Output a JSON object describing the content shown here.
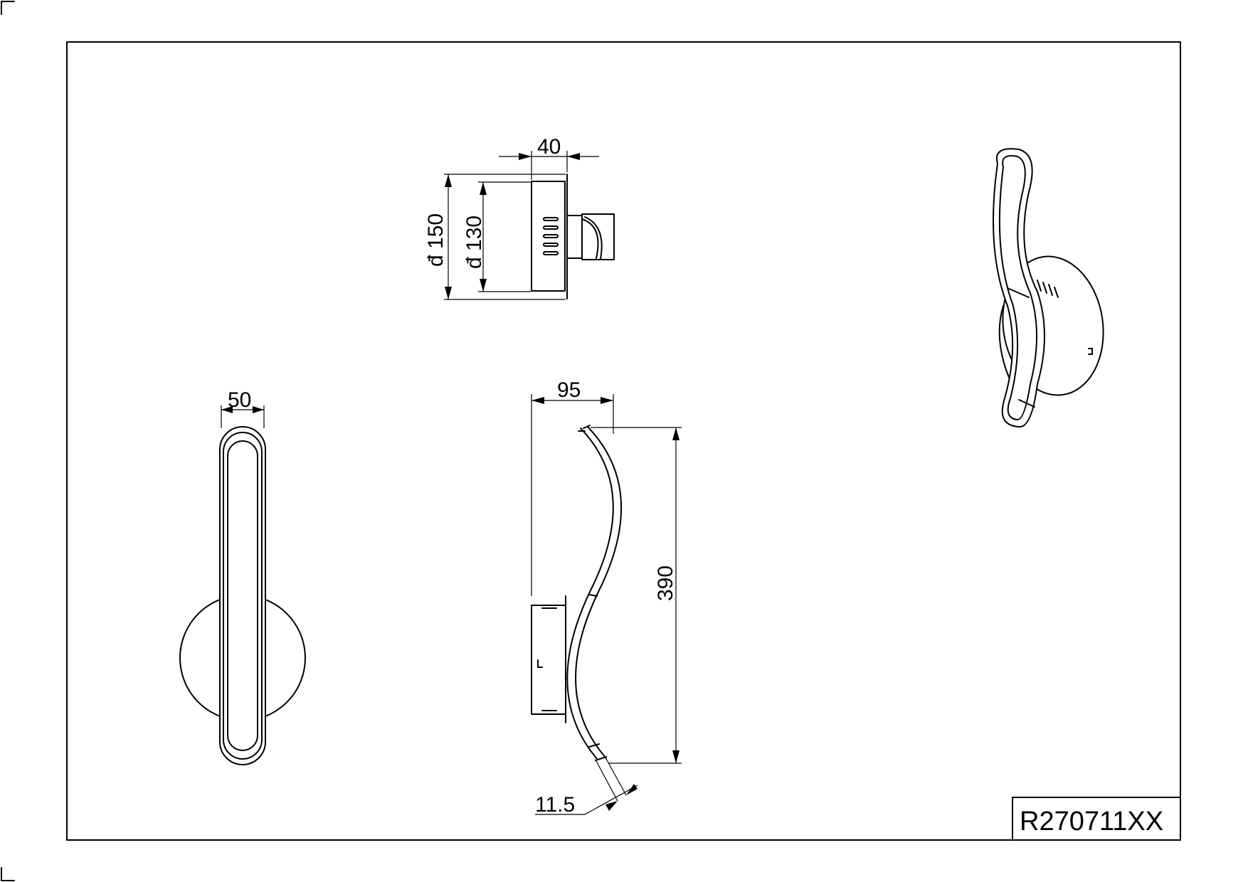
{
  "drawing": {
    "product_code": "R270711XX",
    "dimensions": {
      "top_view_width": "40",
      "top_view_outer_diameter": "đ 150",
      "top_view_inner_diameter": "đ 130",
      "front_view_width": "50",
      "side_view_depth": "95",
      "side_view_height": "390",
      "side_view_thickness": "11.5"
    }
  }
}
